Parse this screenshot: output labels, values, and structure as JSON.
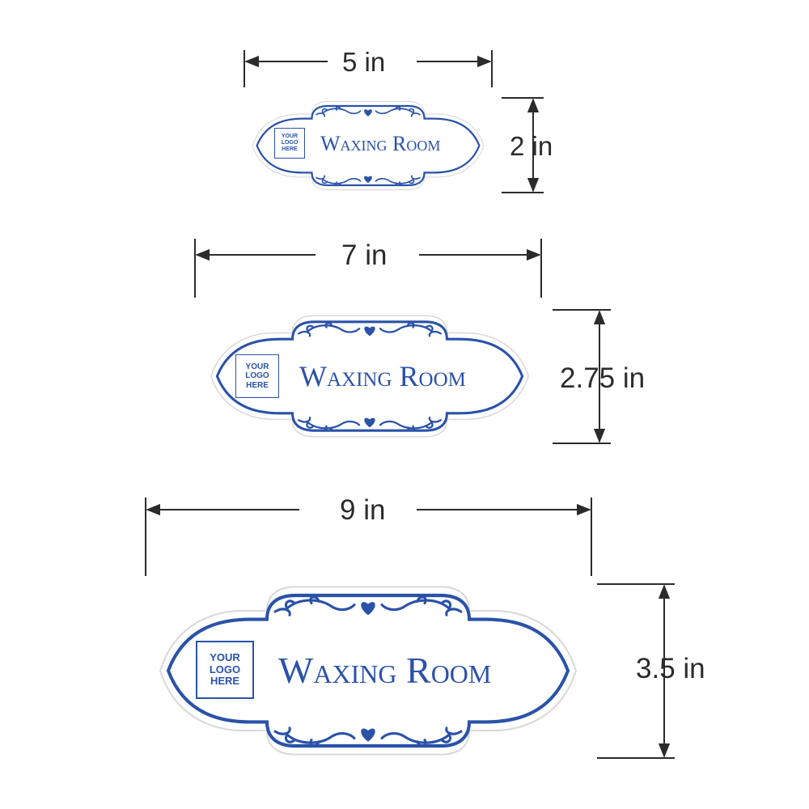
{
  "signs": [
    {
      "id": "small",
      "title": "Waxing Room",
      "logo_lines": [
        "YOUR",
        "LOGO",
        "HERE"
      ],
      "width_label": "5 in",
      "height_label": "2 in"
    },
    {
      "id": "medium",
      "title": "Waxing Room",
      "logo_lines": [
        "YOUR",
        "LOGO",
        "HERE"
      ],
      "width_label": "7 in",
      "height_label": "2.75 in"
    },
    {
      "id": "large",
      "title": "Waxing Room",
      "logo_lines": [
        "YOUR",
        "LOGO",
        "HERE"
      ],
      "width_label": "9 in",
      "height_label": "3.5 in"
    }
  ],
  "colors": {
    "accent": "#2a52a8",
    "dimension_lines": "#2b2b2b",
    "sign_face": "#ffffff"
  }
}
